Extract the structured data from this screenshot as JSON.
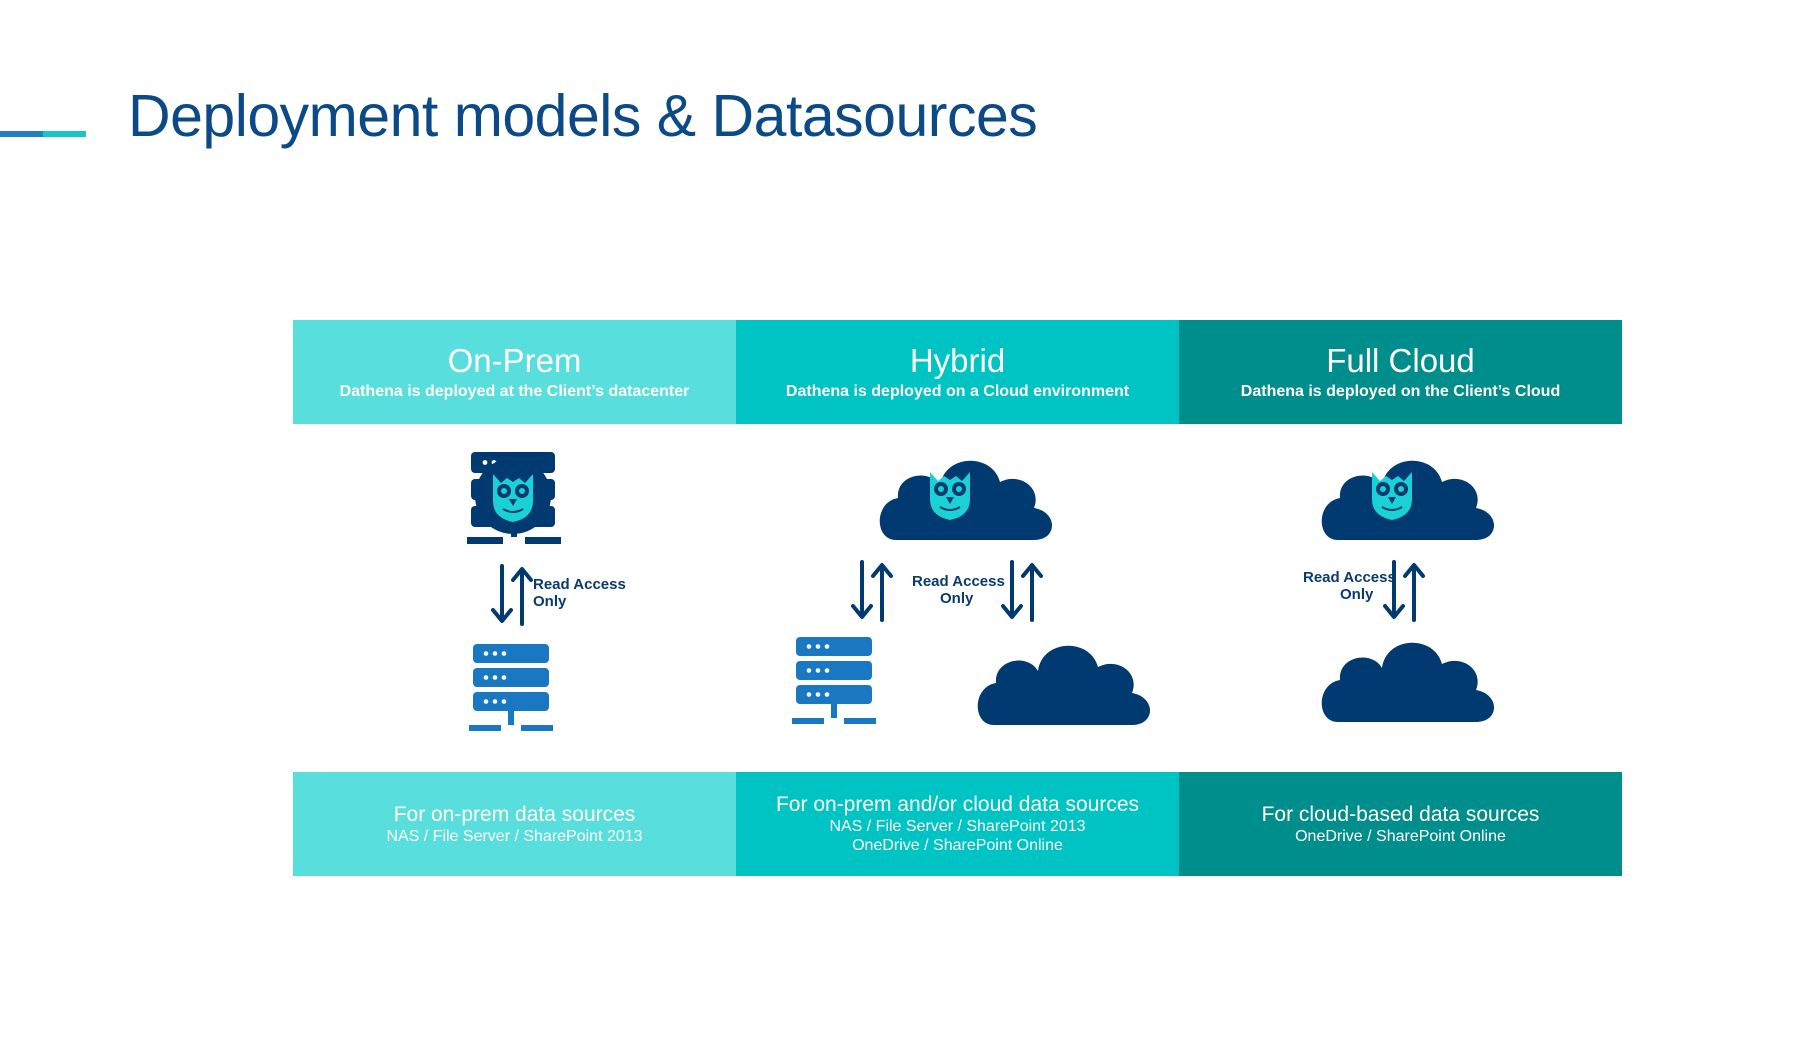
{
  "title": "Deployment models & Datasources",
  "columns": [
    {
      "name": "On-Prem",
      "subtitle": "Dathena is deployed at the Client’s datacenter",
      "footer_title": "For on-prem data sources",
      "footer_lines": [
        "NAS /  File Server / SharePoint 2013"
      ]
    },
    {
      "name": "Hybrid",
      "subtitle": "Dathena is deployed on a Cloud environment",
      "footer_title": "For on-prem and/or cloud data sources",
      "footer_lines": [
        "NAS /  File Server / SharePoint 2013",
        "OneDrive / SharePoint Online"
      ]
    },
    {
      "name": "Full Cloud",
      "subtitle": "Dathena is deployed on the Client’s Cloud",
      "footer_title": "For cloud-based data sources",
      "footer_lines": [
        "OneDrive / SharePoint Online"
      ]
    }
  ],
  "access_label": {
    "line1": "Read Access",
    "line2": "Only"
  },
  "colors": {
    "title": "#0b4a86",
    "col1": "#58dedd",
    "col2": "#00c4c3",
    "col3": "#008e8c",
    "navy": "#003a70",
    "server_blue": "#1a78c2",
    "owl": "#1ad1d6"
  },
  "icons": [
    "server-icon",
    "owl-icon",
    "cloud-icon",
    "bidirectional-arrow-icon"
  ]
}
